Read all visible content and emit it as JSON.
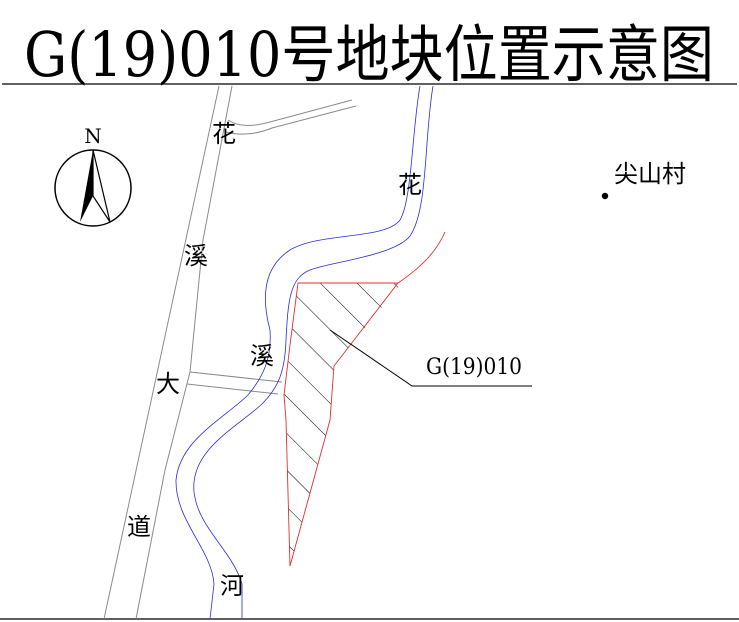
{
  "title": "G(19)010号地块位置示意图",
  "compass": {
    "north_label": "N",
    "icon": "north-arrow-icon"
  },
  "roads": {
    "avenue_chars": [
      "花",
      "溪",
      "大",
      "道"
    ],
    "river_chars": [
      "花",
      "溪",
      "河"
    ]
  },
  "village": {
    "label": "尖山村",
    "icon": "location-dot-icon"
  },
  "parcel": {
    "label": "G(19)010",
    "hatch": "diagonal-hatch"
  },
  "colors": {
    "line": "#000000",
    "road": "#8a8a8a",
    "river": "#2b2bd6",
    "boundary": "#e03030"
  }
}
